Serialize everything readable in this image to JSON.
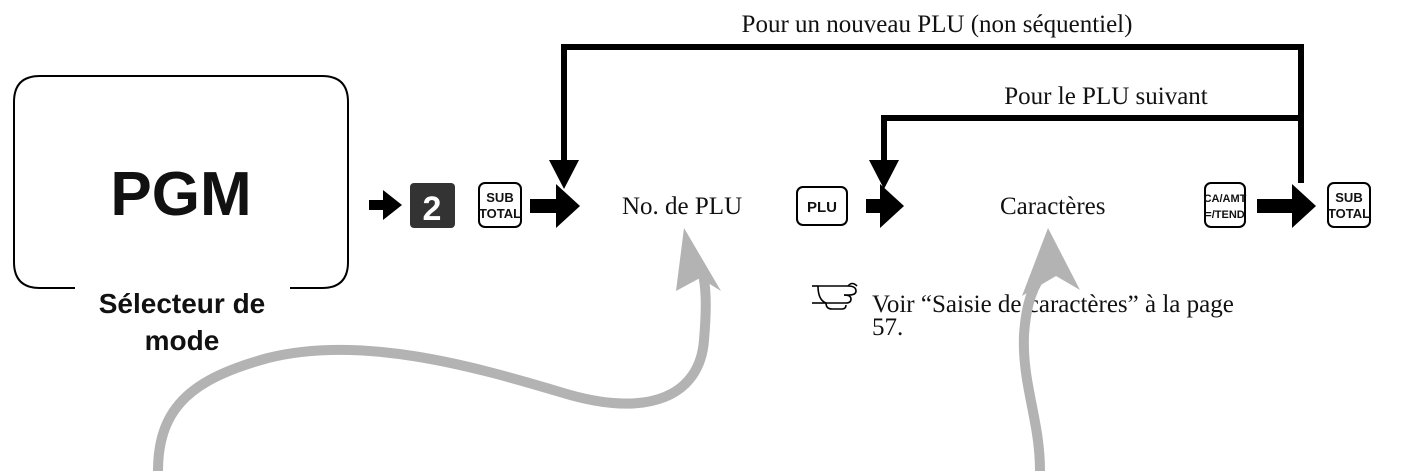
{
  "mode_selector": {
    "mode": "PGM",
    "caption_line1": "Sélecteur de",
    "caption_line2": "mode"
  },
  "loops": {
    "outer_label": "Pour un nouveau PLU (non séquentiel)",
    "inner_label": "Pour le PLU suivant"
  },
  "keys": {
    "digit": "2",
    "subtotal_top": "SUB",
    "subtotal_bottom": "TOTAL",
    "plu": "PLU",
    "caamt_top": "CA/AMT",
    "caamt_bottom": "=/TEND"
  },
  "steps": {
    "plu_number": "No. de PLU",
    "characters": "Caractères"
  },
  "note": {
    "line1": "Voir “Saisie de caractères” à la page",
    "line2": "57."
  },
  "colors": {
    "line": "#000000",
    "key_fill": "#333333",
    "gray_arrow": "#b3b3b3"
  }
}
